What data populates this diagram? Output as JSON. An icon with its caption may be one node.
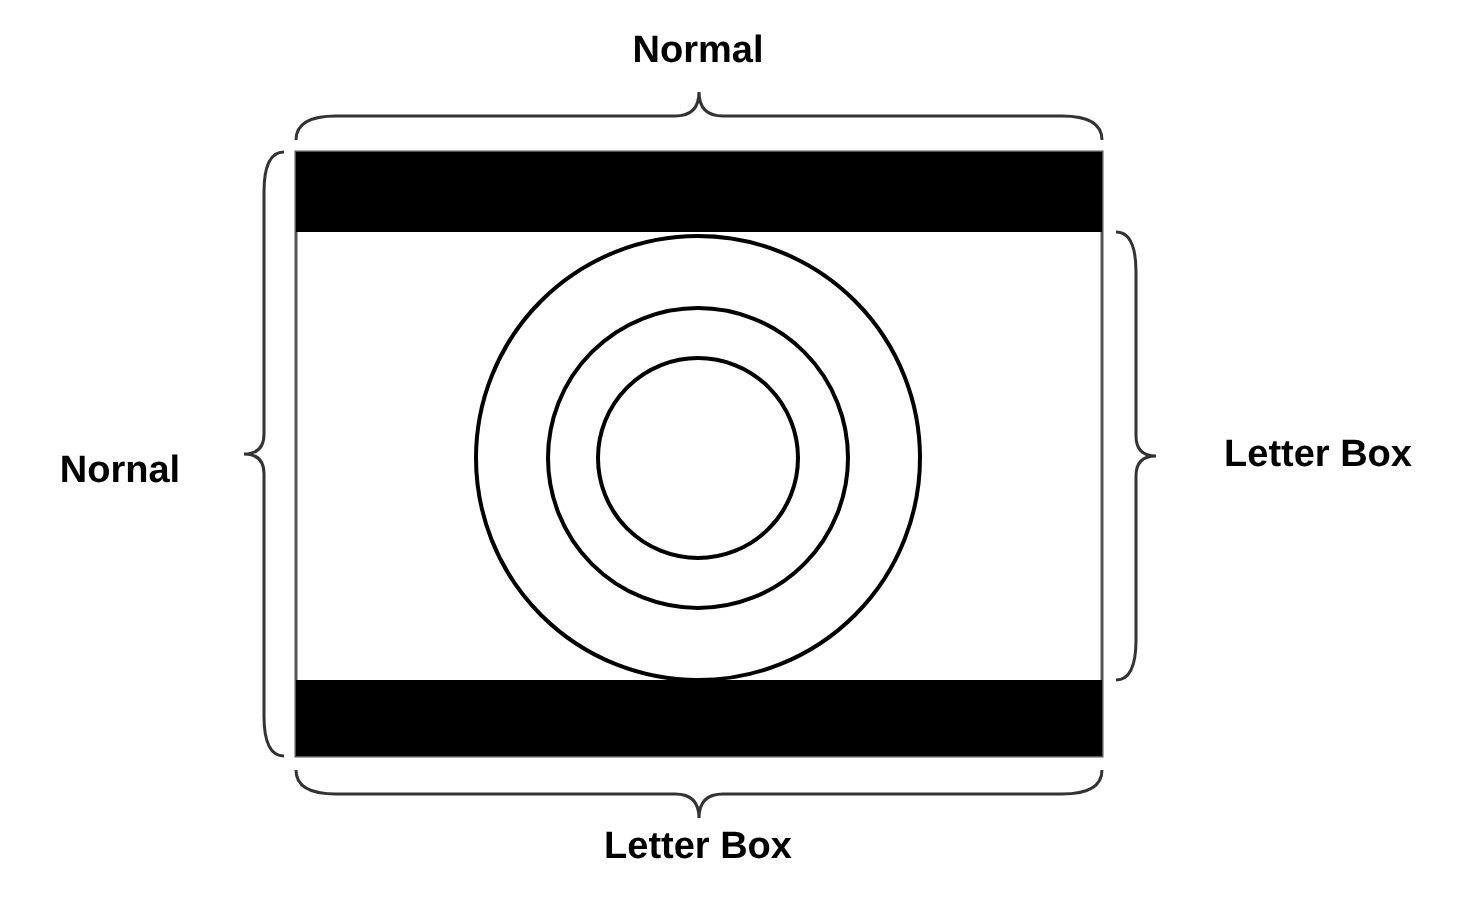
{
  "diagram": {
    "labels": [
      "Normal",
      "Nornal",
      "Letter Box",
      "Letter Box"
    ]
  }
}
